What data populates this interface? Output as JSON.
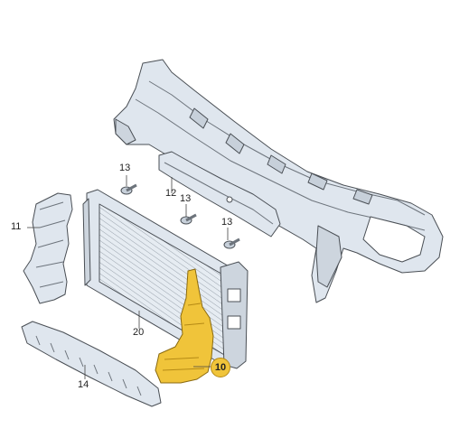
{
  "diagram": {
    "highlight_color": "#f0c43a",
    "part_fill": "#dfe6ee",
    "outline_color": "#4a4f55",
    "labels": {
      "part_10": "10",
      "part_11": "11",
      "part_12": "12",
      "part_13a": "13",
      "part_13b": "13",
      "part_13c": "13",
      "part_14": "14",
      "part_20": "20"
    }
  }
}
